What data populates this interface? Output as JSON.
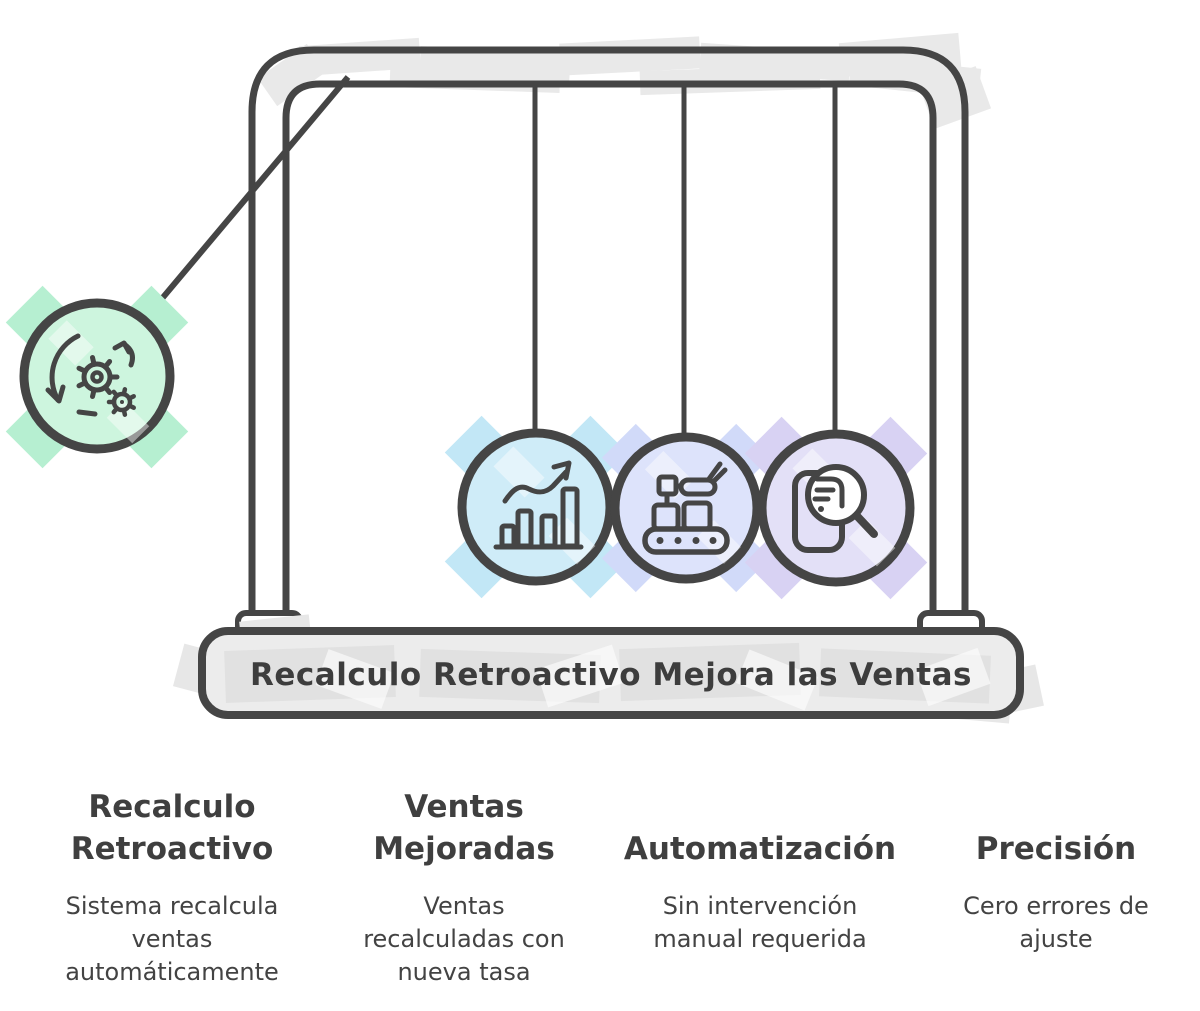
{
  "banner": {
    "title": "Recalculo Retroactivo Mejora las Ventas"
  },
  "columns": [
    {
      "heading": "Recalculo Retroactivo",
      "body": "Sistema recalcula ventas automáticamente"
    },
    {
      "heading": "Ventas Mejoradas",
      "body": "Ventas recalculadas con nueva tasa"
    },
    {
      "heading": "Automatización",
      "body": "Sin intervención manual requerida"
    },
    {
      "heading": "Precisión",
      "body": "Cero errores de ajuste"
    }
  ],
  "balls": [
    {
      "label": "recalculo-retroactivo",
      "icon": "sync-gears-icon",
      "color": "#cdf5de",
      "highlight": "#b6efd1"
    },
    {
      "label": "ventas-mejoradas",
      "icon": "bar-chart-growth-icon",
      "color": "#cfecf8",
      "highlight": "#c2e7f6"
    },
    {
      "label": "automatizacion",
      "icon": "conveyor-robot-icon",
      "color": "#dde3fb",
      "highlight": "#d1daf9"
    },
    {
      "label": "precision",
      "icon": "document-magnifier-icon",
      "color": "#e3e0f7",
      "highlight": "#d8d2f3"
    }
  ],
  "colors": {
    "stroke": "#454545",
    "text": "#3f3f3f",
    "base_fill": "#ececec",
    "scribble": "#e9e9e9"
  }
}
